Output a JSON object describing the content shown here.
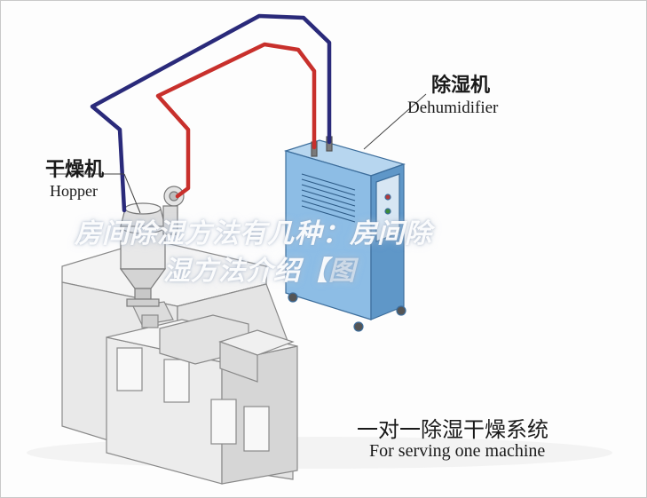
{
  "labels": {
    "dehumidifier_cn": "除湿机",
    "dehumidifier_en": "Dehumidifier",
    "hopper_cn": "干燥机",
    "hopper_en": "Hopper",
    "system_cn": "一对一除湿干燥系统",
    "system_en": "For serving one machine"
  },
  "overlay": {
    "line1": "房间除湿方法有几种：房间除",
    "line2_visible": "湿方法介绍【",
    "line2_faded": "图"
  },
  "colors": {
    "hot_pipe": "#c8302c",
    "cold_pipe": "#2a2a7a",
    "dehumidifier_body": "#7fb3e0",
    "machine_body": "#eeeeee"
  }
}
